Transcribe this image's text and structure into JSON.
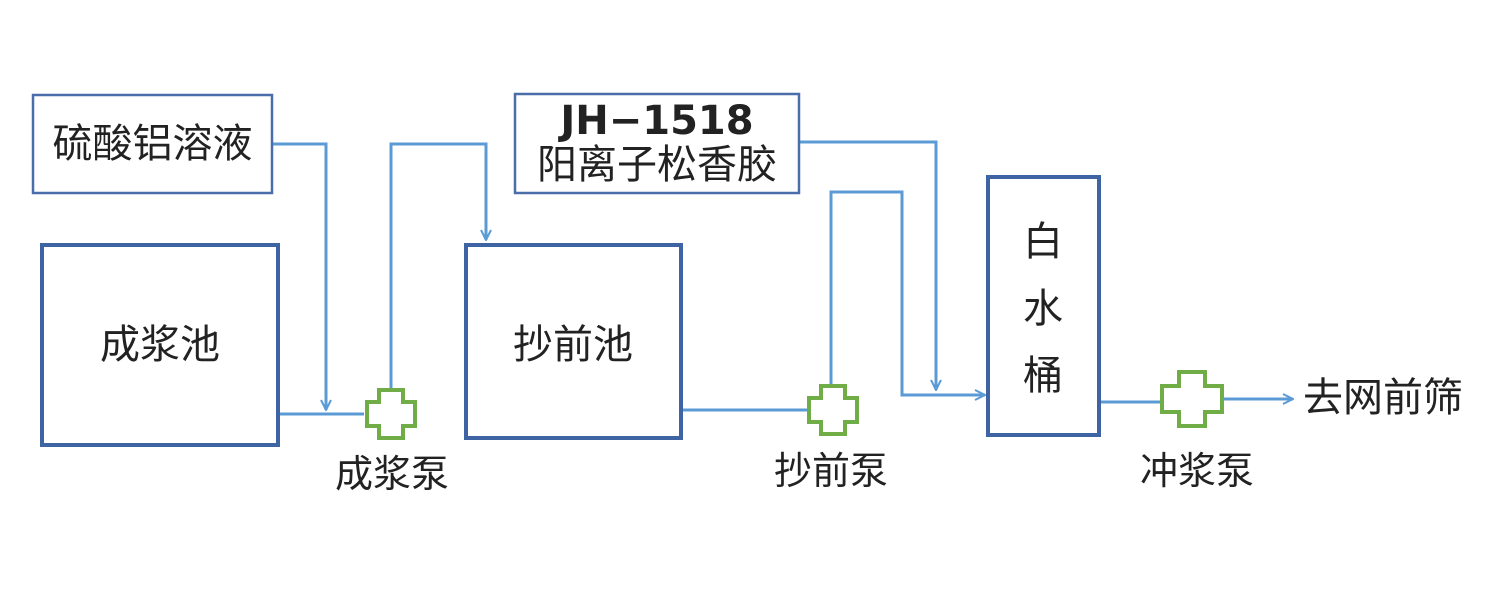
{
  "colors": {
    "line": "#5b9bd5",
    "box_border": "#4a6ea9",
    "pump": "#70ad47",
    "text": "#222222"
  },
  "boxes": {
    "aluminum_sulfate": "硫酸铝溶液",
    "jh_code": "JH−1518",
    "jh_name": "阳离子松香胶",
    "pulp_tank": "成浆池",
    "pre_tank": "抄前池",
    "white_water_1": "白",
    "white_water_2": "水",
    "white_water_3": "桶"
  },
  "pumps": {
    "pulp_pump": "成浆泵",
    "pre_pump": "抄前泵",
    "flush_pump": "冲浆泵"
  },
  "destination": "去网前筛"
}
